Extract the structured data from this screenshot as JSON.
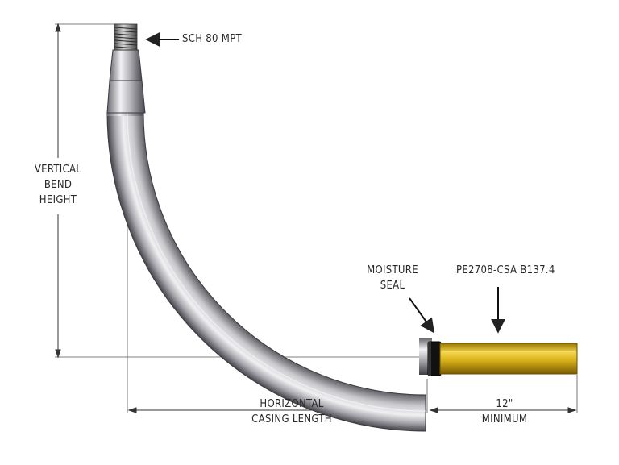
{
  "labels": {
    "thread": "SCH 80 MPT",
    "vertical_line1": "VERTICAL",
    "vertical_line2": "BEND",
    "vertical_line3": "HEIGHT",
    "seal_line1": "MOISTURE",
    "seal_line2": "SEAL",
    "pe_pipe": "PE2708-CSA B137.4",
    "horizontal_line1": "HORIZONTAL",
    "horizontal_line2": "CASING LENGTH",
    "minimum_line1": "12\"",
    "minimum_line2": "MINIMUM"
  },
  "colors": {
    "steel_light": "#e8e8ea",
    "steel_mid": "#9a9aa0",
    "steel_dark": "#4a4a50",
    "pe_yellow": "#d9b21a",
    "pe_dark": "#8a6a00",
    "seal_black": "#111111",
    "dimension_line": "#333333"
  }
}
